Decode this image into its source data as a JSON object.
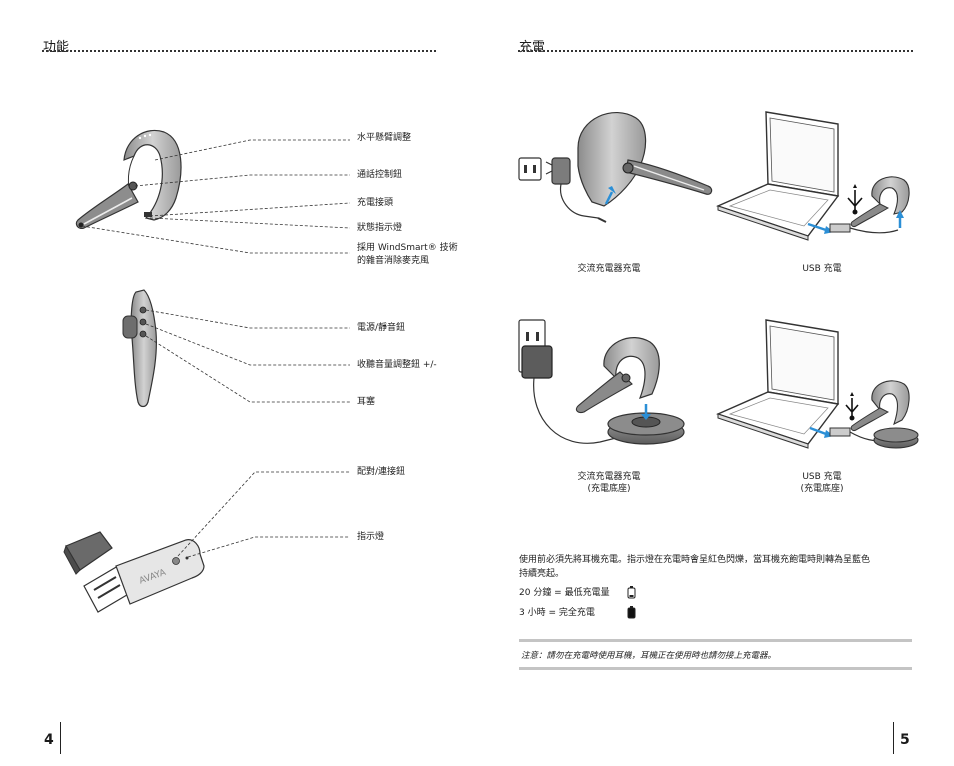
{
  "left_page": {
    "section_title": "功能",
    "headset_labels": [
      "水平懸臂調整",
      "通話控制鈕",
      "充電接頭",
      "狀態指示燈"
    ],
    "mic_label_line1": "採用 WindSmart® 技術",
    "mic_label_line2": "的雜音消除麥克風",
    "side_labels": [
      "電源/靜音鈕",
      "收聽音量調整鈕 +/-",
      "耳塞"
    ],
    "usb_labels": [
      "配對/連接鈕",
      "指示燈"
    ],
    "usb_logo": "AVAYA",
    "page_number": "4"
  },
  "right_page": {
    "section_title": "充電",
    "captions": {
      "ac": "交流充電器充電",
      "usb": "USB 充電",
      "ac_base_line1": "交流充電器充電",
      "ac_base_line2": "(充電底座)",
      "usb_base_line1": "USB 充電",
      "usb_base_line2": "(充電底座)"
    },
    "description_line1": "使用前必須先將耳機充電。指示燈在充電時會呈紅色閃爍，當耳機充飽電時則轉為呈藍色",
    "description_line2": "持續亮起。",
    "time_minimum": "20 分鐘 = 最低充電量",
    "time_full": "3 小時 = 完全充電",
    "note": "注意：請勿在充電時使用耳機，耳機正在使用時也請勿接上充電器。",
    "page_number": "5"
  },
  "colors": {
    "text": "#1a1a1a",
    "dotted_rule": "#333333",
    "note_rule": "#c4c4c4",
    "arrow_blue": "#2b8fd6",
    "headset_gray": "#a9a9a9",
    "base_dark": "#6f6f6f"
  },
  "icons": [
    "usb-symbol-icon",
    "battery-low-icon",
    "battery-full-icon",
    "charge-arrow-icon"
  ]
}
